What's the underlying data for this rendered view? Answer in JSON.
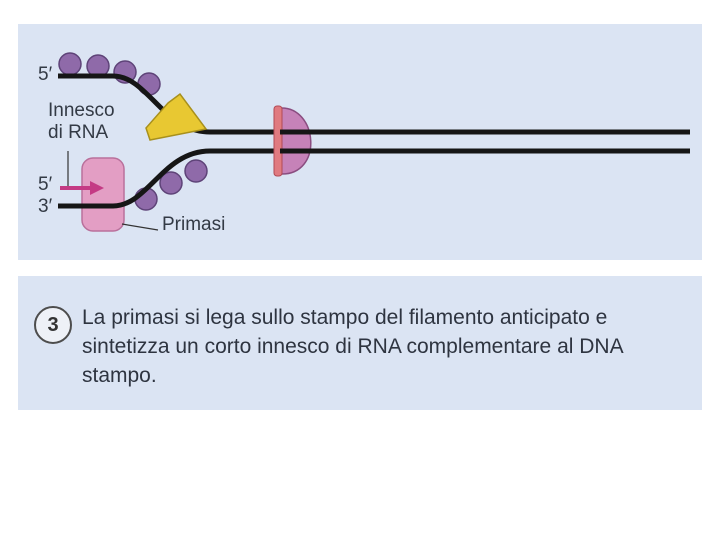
{
  "diagram": {
    "labels": {
      "five_prime_top": "5′",
      "primer_line1": "Innesco",
      "primer_line2": "di RNA",
      "five_prime_bottom": "5′",
      "three_prime_bottom": "3′",
      "primase": "Primasi"
    },
    "colors": {
      "background": "#dbe4f3",
      "dna_strand": "#161616",
      "ssb_protein": "#8f6aa9",
      "primase": "#e39ec4",
      "rna_primer": "#e8c832",
      "helicase": "#c682b8",
      "arrow": "#c43a84"
    }
  },
  "caption": {
    "step_number": "3",
    "text": "La primasi si lega sullo stampo del filamento anticipato e sintetizza un corto innesco di RNA complementare al DNA stampo."
  }
}
